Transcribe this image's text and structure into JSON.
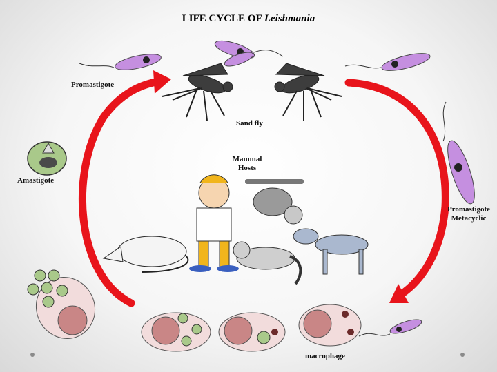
{
  "title": {
    "main": "LIFE CYCLE OF ",
    "italic": "Leishmania"
  },
  "labels": {
    "promastigote": "Promastigote",
    "sand_fly": "Sand fly",
    "mammal_hosts_line1": "Mammal",
    "mammal_hosts_line2": "Hosts",
    "amastigote": "Amastigote",
    "metacyclic_line1": "Promastigote",
    "metacyclic_line2": "Metacyclic",
    "macrophage": "macrophage"
  },
  "colors": {
    "arrow": "#e8141b",
    "parasite": "#c58fe0",
    "amastigote": "#a9c98a",
    "cell": "#f2dcdc",
    "nucleus": "#c98686",
    "fly": "#3d3d3d"
  }
}
